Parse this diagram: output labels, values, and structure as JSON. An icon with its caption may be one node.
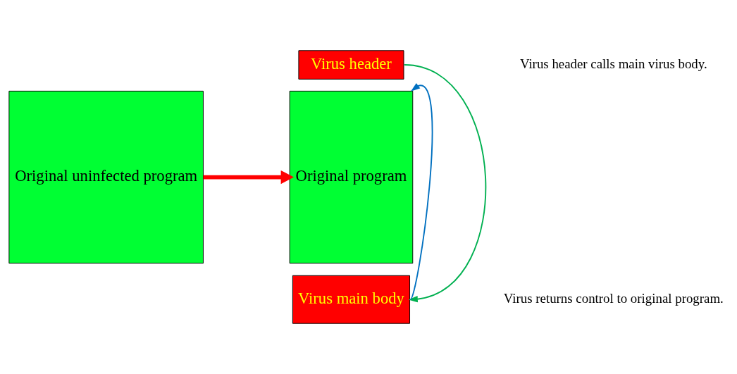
{
  "diagram": {
    "nodes": [
      {
        "text": [
          "Original uninfected program"
        ]
      },
      {
        "text": [
          "Virus header"
        ]
      },
      {
        "text": [
          "Original program"
        ]
      },
      {
        "text": [
          "Virus main body"
        ]
      }
    ],
    "edges": [
      {
        "from": 0,
        "to": 2,
        "arrow": "to",
        "style": "thick",
        "color": "#ff0000"
      },
      {
        "from": 1,
        "to": 3,
        "arrow": "to",
        "color": "#00b050"
      },
      {
        "from": 3,
        "to": 2,
        "arrow": "to",
        "color": "#0070c0"
      }
    ],
    "labels": [
      "Virus header calls main virus body.",
      "Virus returns control to original program."
    ]
  }
}
